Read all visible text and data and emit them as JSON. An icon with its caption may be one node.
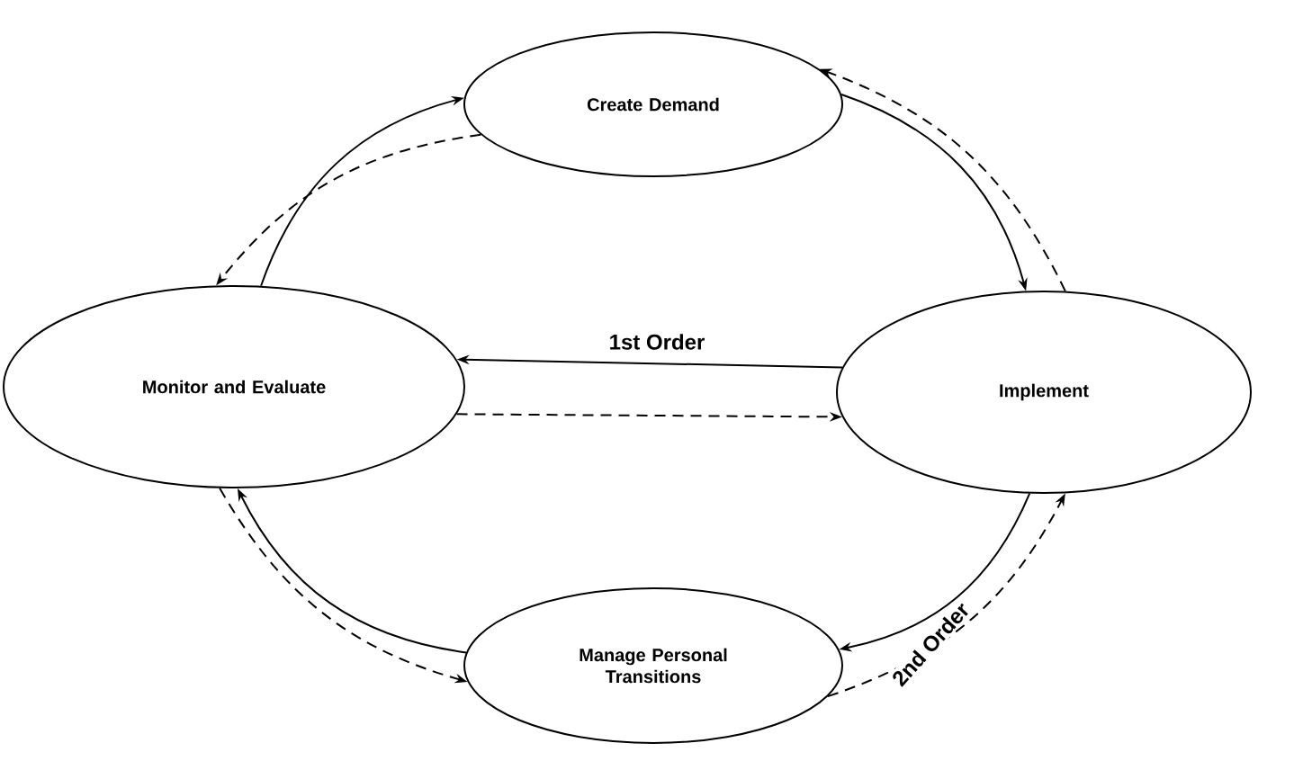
{
  "diagram": {
    "nodes": [
      {
        "text": [
          "Create Demand"
        ]
      },
      {
        "text": [
          "Monitor and Evaluate"
        ]
      },
      {
        "text": [
          "Implement"
        ]
      },
      {
        "text": [
          "Manage Personal Transitions"
        ]
      }
    ],
    "edges": [
      {
        "from": 1,
        "to": 0,
        "arrow": "to"
      },
      {
        "from": 0,
        "to": 1,
        "arrow": "to",
        "style": "dashed"
      },
      {
        "from": 0,
        "to": 2,
        "arrow": "to"
      },
      {
        "from": 2,
        "to": 0,
        "arrow": "to",
        "style": "dashed"
      },
      {
        "from": 2,
        "to": 3,
        "arrow": "to",
        "label": "2nd Order"
      },
      {
        "from": 3,
        "to": 2,
        "arrow": "to",
        "style": "dashed"
      },
      {
        "from": 3,
        "to": 1,
        "arrow": "to"
      },
      {
        "from": 1,
        "to": 3,
        "arrow": "to",
        "style": "dashed"
      },
      {
        "from": 2,
        "to": 1,
        "arrow": "to",
        "label": "1st Order"
      },
      {
        "from": 1,
        "to": 2,
        "arrow": "to",
        "style": "dashed"
      }
    ]
  }
}
